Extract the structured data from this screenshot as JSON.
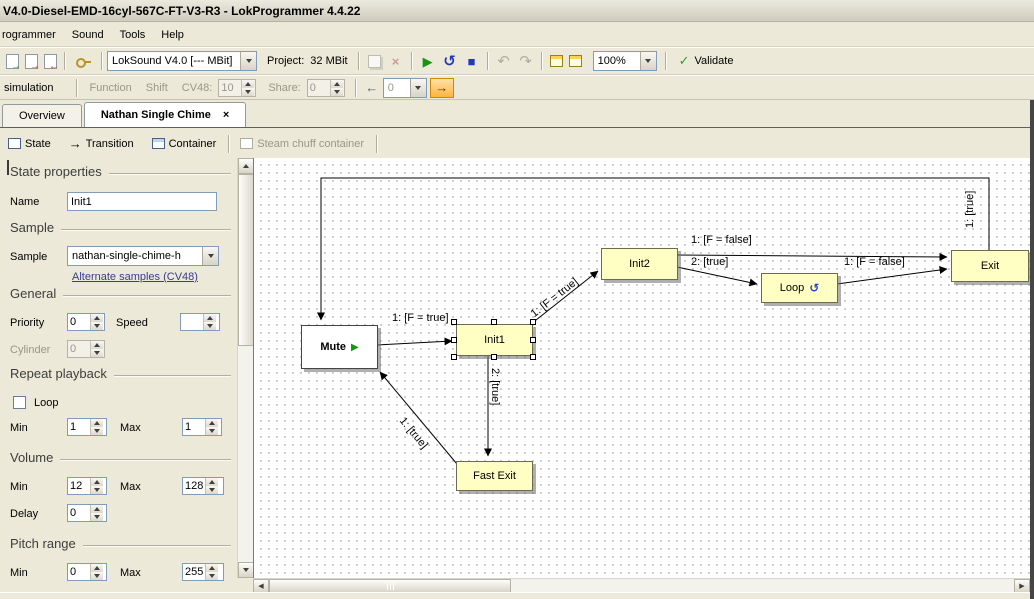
{
  "window": {
    "title": "V4.0-Diesel-EMD-16cyl-567C-FT-V3-R3 - LokProgrammer 4.4.22"
  },
  "menu": {
    "items": [
      "rogrammer",
      "Sound",
      "Tools",
      "Help"
    ]
  },
  "toolbar": {
    "device": "LokSound V4.0 [--- MBit]",
    "project_label": "Project:",
    "project_value": "32 MBit",
    "zoom": "100%",
    "validate": "Validate"
  },
  "simbar": {
    "mode": "simulation",
    "function_label": "Function",
    "shift_label": "Shift",
    "cv48_label": "CV48:",
    "cv48_value": "10",
    "share_label": "Share:",
    "share_value": "0",
    "step_value": "0"
  },
  "tabs": {
    "overview": "Overview",
    "active": "Nathan Single Chime",
    "close": "×"
  },
  "toolrow": {
    "state": "State",
    "transition": "Transition",
    "container": "Container",
    "steam": "Steam chuff container"
  },
  "panel": {
    "state_properties": "State properties",
    "name_label": "Name",
    "name_value": "Init1",
    "sample_header": "Sample",
    "sample_label": "Sample",
    "sample_value": "nathan-single-chime-h",
    "alternate_link": "Alternate samples (CV48)",
    "general": "General",
    "priority_label": "Priority",
    "priority_value": "0",
    "speed_label": "Speed",
    "speed_value": "",
    "cylinder_label": "Cylinder",
    "cylinder_value": "0",
    "repeat": "Repeat playback",
    "loop_label": "Loop",
    "min_label": "Min",
    "max_label": "Max",
    "repeat_min": "1",
    "repeat_max": "1",
    "volume": "Volume",
    "volume_min": "12",
    "volume_max": "128",
    "delay_label": "Delay",
    "delay_value": "0",
    "pitch": "Pitch range",
    "pitch_min": "0",
    "pitch_max": "255"
  },
  "diagram": {
    "nodes": {
      "mute": "Mute",
      "init1": "Init1",
      "init2": "Init2",
      "loop": "Loop",
      "exit": "Exit",
      "fast_exit": "Fast Exit"
    },
    "transitions": {
      "mute_init1": "1: [F = true]",
      "init1_init2": "1: [F = true]",
      "init2_exit": "1: [F = false]",
      "init2_loop": "2: [true]",
      "loop_exit": "1: [F = false]",
      "exit_mute": "1: [true]",
      "init1_fastexit": "2: [true]",
      "fastexit_mute": "1: [true]"
    }
  },
  "icons": {
    "dropdown": "▼",
    "play": "▶",
    "refresh": "↺",
    "stop": "■",
    "undo": "↶",
    "redo": "↷",
    "check": "✓",
    "delete": "×",
    "left": "←",
    "right": "→",
    "transition": "→",
    "loop_icon": "↺",
    "mute_play": "▶"
  },
  "colors": {
    "accent_orange": "#ffb340",
    "node_fill": "#ffffc4",
    "validate_green": "#2e9e2e",
    "canvas_dot": "#bdbdbd"
  }
}
